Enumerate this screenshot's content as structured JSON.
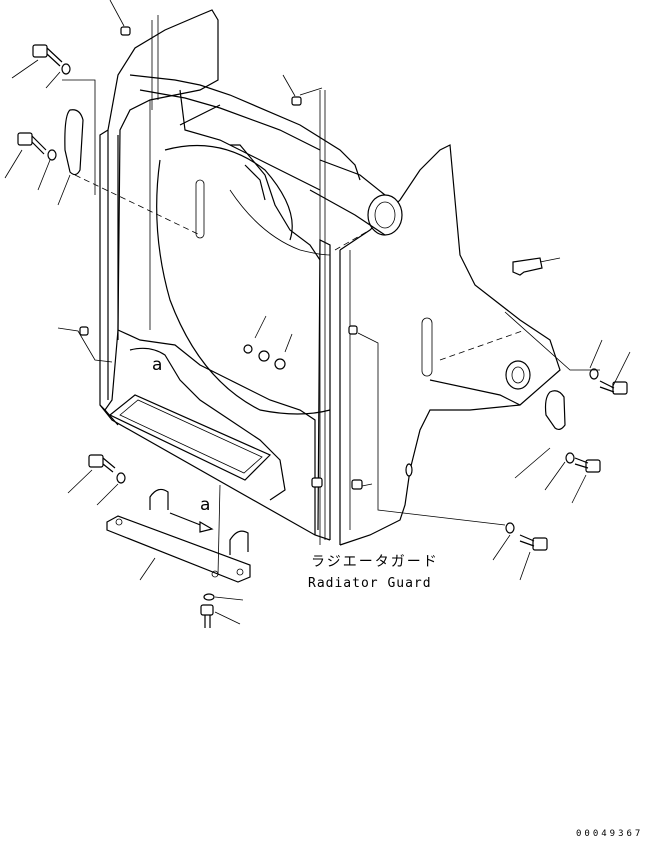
{
  "caption": {
    "japanese": "ラジエータガード",
    "english": "Radiator Guard"
  },
  "callouts": {
    "upper": "a",
    "lower": "a"
  },
  "drawing_number": "00049367"
}
